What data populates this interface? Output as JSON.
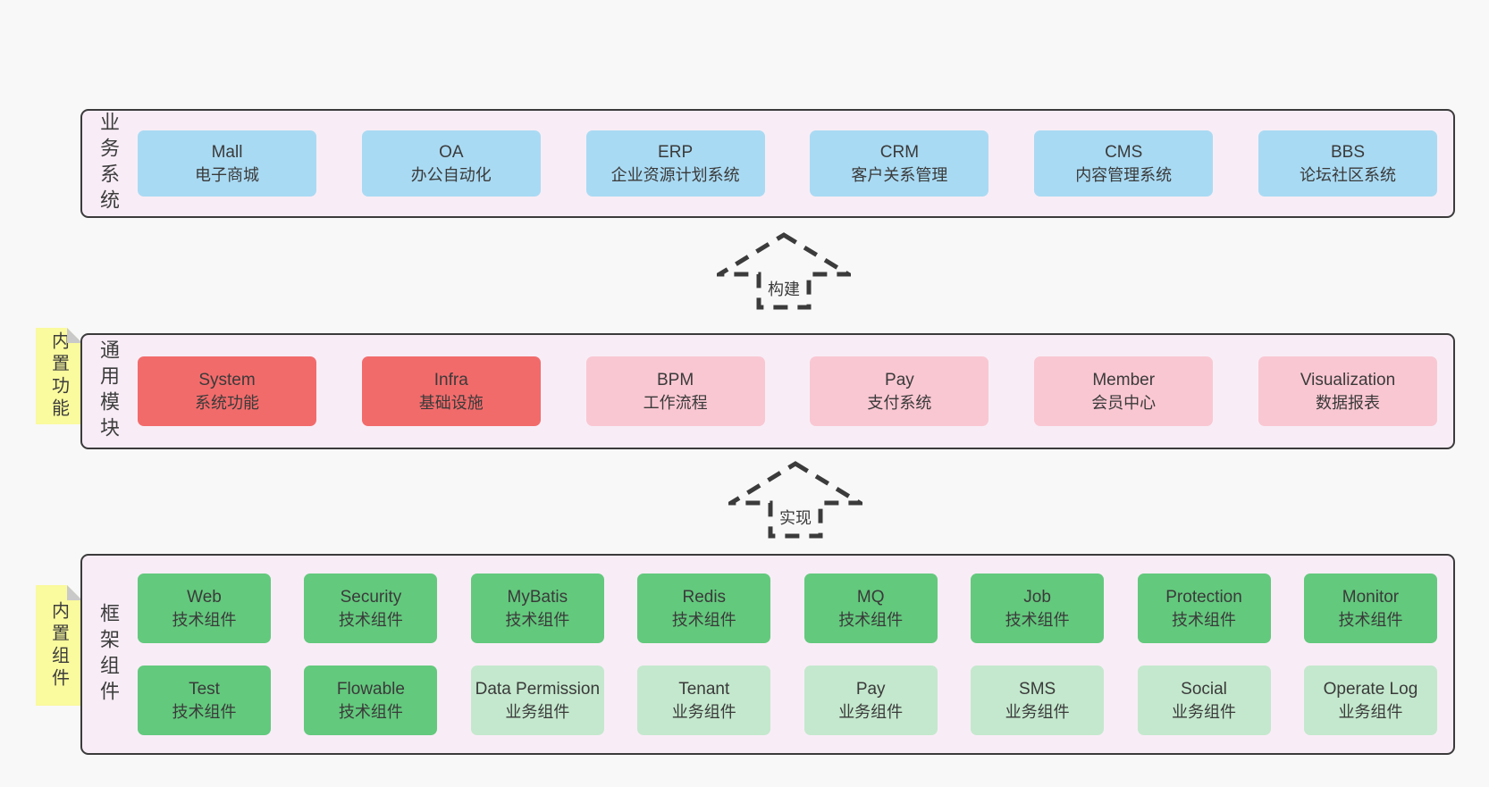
{
  "palette": {
    "background": "#f8f8f8",
    "panel_fill": "#f8edf6",
    "panel_border": "#3b3b3b",
    "text": "#3d3d3d",
    "blue": "#a9daf3",
    "red": "#f26b6b",
    "pink": "#f9c7d2",
    "green": "#63c97d",
    "green_light": "#c4e8cd",
    "note_yellow": "#fafa9e",
    "note_fold": "#c9c9c9"
  },
  "business": {
    "label": "业务系统",
    "boxes": [
      {
        "name": "Mall",
        "desc": "电子商城"
      },
      {
        "name": "OA",
        "desc": "办公自动化"
      },
      {
        "name": "ERP",
        "desc": "企业资源计划系统"
      },
      {
        "name": "CRM",
        "desc": "客户关系管理"
      },
      {
        "name": "CMS",
        "desc": "内容管理系统"
      },
      {
        "name": "BBS",
        "desc": "论坛社区系统"
      }
    ]
  },
  "arrows": {
    "build": {
      "label": "构建"
    },
    "implement": {
      "label": "实现"
    }
  },
  "modules": {
    "label": "通用模块",
    "note": "内置功能",
    "boxes": [
      {
        "name": "System",
        "desc": "系统功能"
      },
      {
        "name": "Infra",
        "desc": "基础设施"
      },
      {
        "name": "BPM",
        "desc": "工作流程"
      },
      {
        "name": "Pay",
        "desc": "支付系统"
      },
      {
        "name": "Member",
        "desc": "会员中心"
      },
      {
        "name": "Visualization",
        "desc": "数据报表"
      }
    ]
  },
  "framework": {
    "label": "框架组件",
    "note": "内置组件",
    "rows": [
      [
        {
          "name": "Web",
          "desc": "技术组件"
        },
        {
          "name": "Security",
          "desc": "技术组件"
        },
        {
          "name": "MyBatis",
          "desc": "技术组件"
        },
        {
          "name": "Redis",
          "desc": "技术组件"
        },
        {
          "name": "MQ",
          "desc": "技术组件"
        },
        {
          "name": "Job",
          "desc": "技术组件"
        },
        {
          "name": "Protection",
          "desc": "技术组件"
        },
        {
          "name": "Monitor",
          "desc": "技术组件"
        }
      ],
      [
        {
          "name": "Test",
          "desc": "技术组件"
        },
        {
          "name": "Flowable",
          "desc": "技术组件"
        },
        {
          "name": "Data Permission",
          "desc": "业务组件"
        },
        {
          "name": "Tenant",
          "desc": "业务组件"
        },
        {
          "name": "Pay",
          "desc": "业务组件"
        },
        {
          "name": "SMS",
          "desc": "业务组件"
        },
        {
          "name": "Social",
          "desc": "业务组件"
        },
        {
          "name": "Operate Log",
          "desc": "业务组件"
        }
      ]
    ]
  }
}
